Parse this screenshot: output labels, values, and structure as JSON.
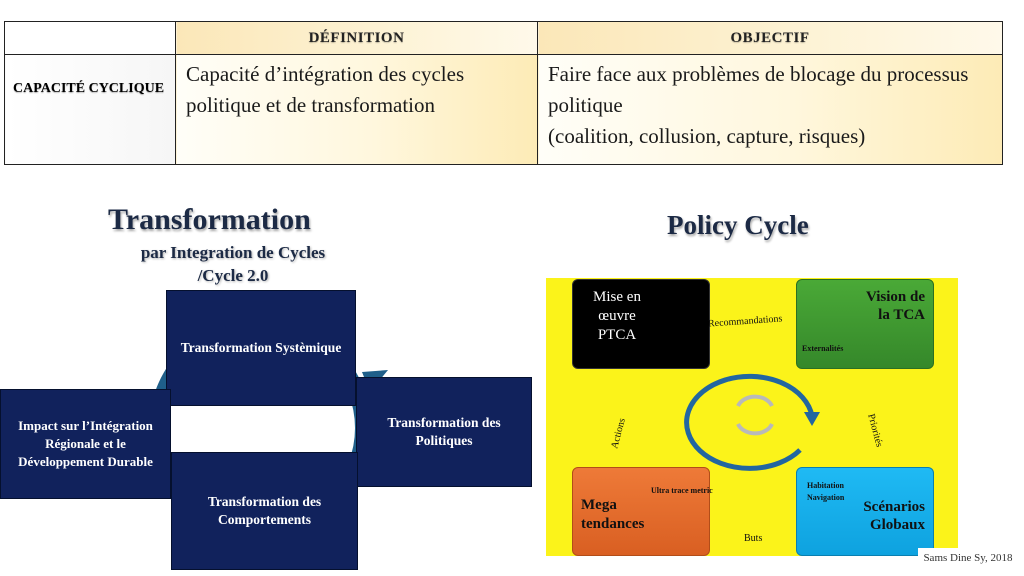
{
  "table": {
    "headers": [
      "",
      "DÉFINITION",
      "OBJECTIF"
    ],
    "row": {
      "label": "CAPACITÉ CYCLIQUE",
      "definition": "Capacité d’intégration des cycles politique et de transformation",
      "objective_line1": "Faire face aux problèmes de blocage du processus politique",
      "objective_line2": "(coalition, collusion, capture, risques)"
    }
  },
  "left_diagram": {
    "title": "Transformation",
    "subtitle_line1": "par Integration de Cycles",
    "subtitle_line2": "/Cycle 2.0",
    "boxes": {
      "systemique": "Transformation Systèmique",
      "politiques": "Transformation des Politiques",
      "comportements": "Transformation des Comportements",
      "impact": "Impact sur l’Intégration Régionale et le Développement Durable"
    },
    "colors": {
      "box": "#11225c",
      "arrow": "#1f5f8a"
    }
  },
  "right_diagram": {
    "title": "Policy Cycle",
    "quadrants": {
      "top_left": "Mise en œuvre PTCA",
      "top_right": "Vision de la TCA",
      "bottom_left": "Mega tendances",
      "bottom_right": "Scénarios Globaux"
    },
    "edges": {
      "top": "Recommandations",
      "left": "Actions",
      "right": "Priorités",
      "bottom": "Buts"
    },
    "small_labels": {
      "externalites": "Externalités",
      "ultra_trace": "Ultra trace metric",
      "habitation": "Habitation",
      "navigation": "Navigation"
    },
    "credit": "Sams Dine Sy, 2018",
    "colors": {
      "background": "#fbf31a",
      "top_left": "#000000",
      "top_right": "#3e9a2c",
      "bottom_left": "#e86d2e",
      "bottom_right": "#14b1f0",
      "cycle": "#2266a0"
    }
  }
}
